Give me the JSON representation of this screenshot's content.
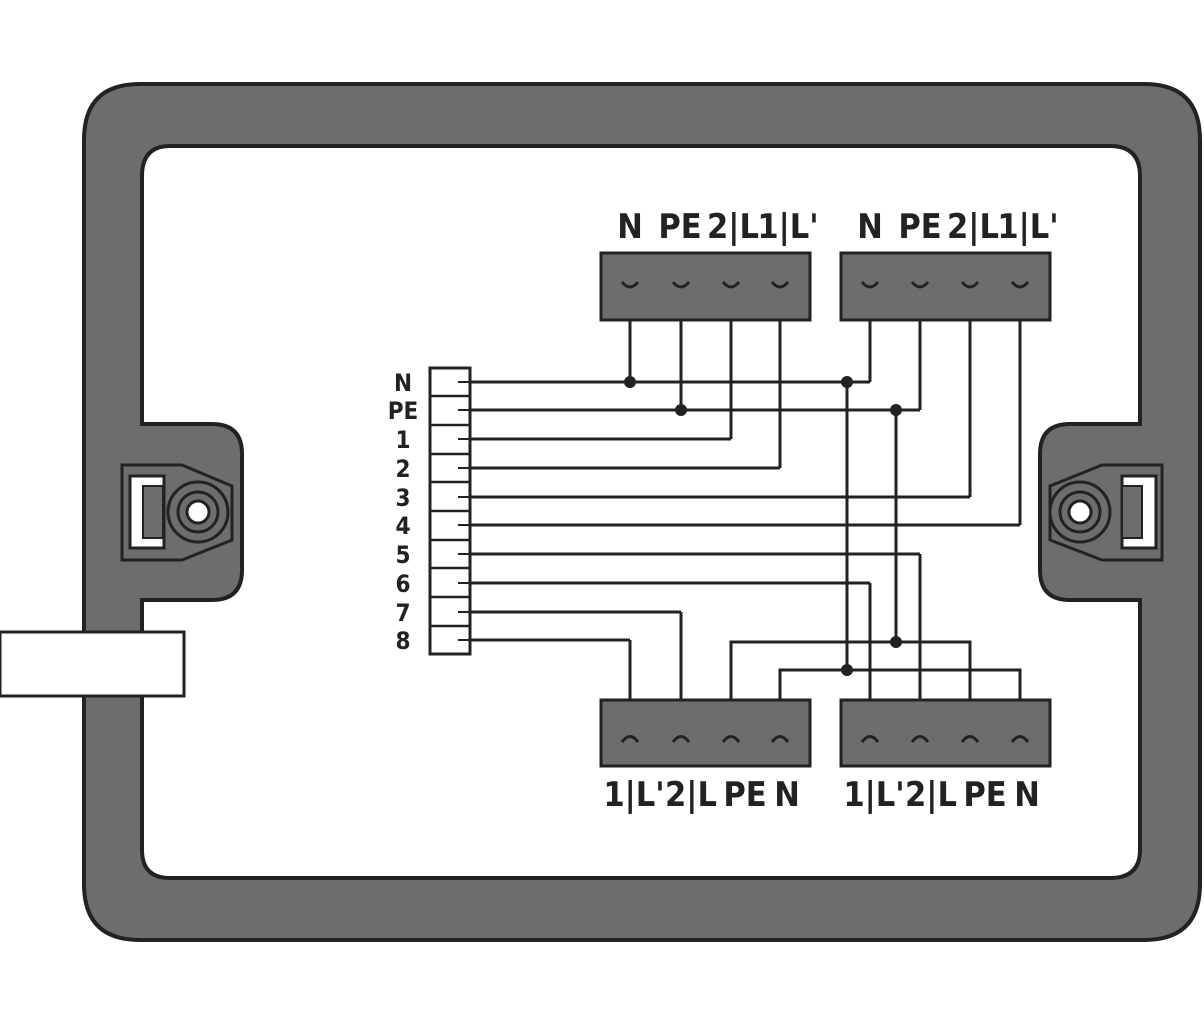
{
  "colors": {
    "frame": "#6d6d70",
    "connector": "#6d6d70",
    "outline": "#222222",
    "wire": "#222222",
    "background": "#ffffff"
  },
  "top_connectors": [
    {
      "labels": [
        "N",
        "PE",
        "2|L",
        "1|L'"
      ]
    },
    {
      "labels": [
        "N",
        "PE",
        "2|L",
        "1|L'"
      ]
    }
  ],
  "bottom_connectors": [
    {
      "labels": [
        "1|L'",
        "2|L",
        "PE",
        "N"
      ]
    },
    {
      "labels": [
        "1|L'",
        "2|L",
        "PE",
        "N"
      ]
    }
  ],
  "terminal_strip": {
    "labels": [
      "N",
      "PE",
      "1",
      "2",
      "3",
      "4",
      "5",
      "6",
      "7",
      "8"
    ]
  }
}
